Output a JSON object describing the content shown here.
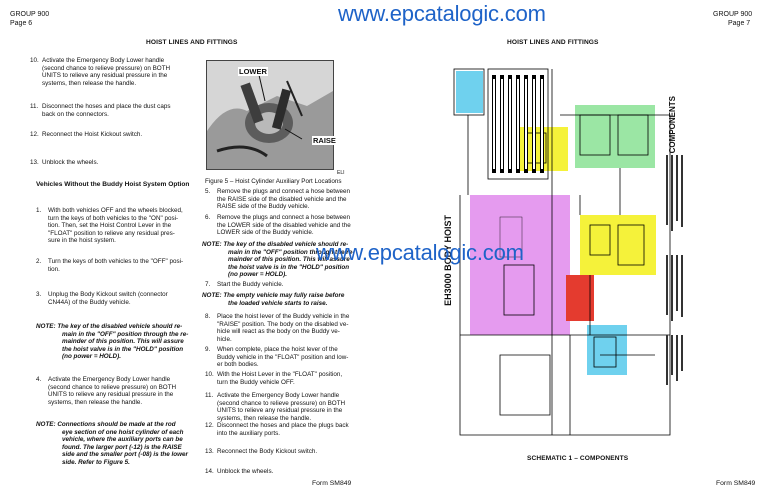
{
  "left": {
    "group": "GROUP 900",
    "page": "Page 6",
    "section_title": "HOIST LINES AND FITTINGS",
    "steps_a": [
      {
        "num": "10.",
        "lines": [
          "Activate the Emergency Body Lower handle",
          "(second chance to relieve pressure) on BOTH",
          "UNITS to relieve any residual pressure in the",
          "systems, then release the handle."
        ]
      },
      {
        "num": "11.",
        "lines": [
          "Disconnect the hoses and place the dust caps",
          "back on the connectors."
        ]
      },
      {
        "num": "12.",
        "lines": [
          "Reconnect the Hoist Kickout switch."
        ]
      },
      {
        "num": "13.",
        "lines": [
          "Unblock the wheels."
        ]
      }
    ],
    "subheading": "Vehicles Without the Buddy Hoist System Option",
    "steps_b": [
      {
        "num": "1.",
        "lines": [
          "With both vehicles OFF and the wheels blocked,",
          "turn the keys of both vehicles to the \"ON\" posi-",
          "tion. Then, set the Hoist Control Lever in the",
          "\"FLOAT\" position to relieve any residual pres-",
          "sure in the hoist system."
        ]
      },
      {
        "num": "2.",
        "lines": [
          "Turn the keys of both vehicles to the \"OFF\" posi-",
          "tion."
        ]
      },
      {
        "num": "3.",
        "lines": [
          "Unplug the Body Kickout switch (connector",
          "CN44A) of the Buddy vehicle."
        ]
      }
    ],
    "note1": {
      "label": "NOTE:",
      "lines": [
        "The key of the disabled vehicle should re-",
        "main in the \"OFF\" position through the re-",
        "mainder of this position. This will assure",
        "the hoist valve is in the \"HOLD\" position",
        "(no power = HOLD)."
      ]
    },
    "steps_c": [
      {
        "num": "4.",
        "lines": [
          "Activate the Emergency Body Lower handle",
          "(second chance to relieve pressure) on BOTH",
          "UNITS to relieve any residual pressure in the",
          "systems, then release the handle."
        ]
      }
    ],
    "note2": {
      "label": "NOTE:",
      "lines": [
        "Connections should be made at the rod",
        "eye section of one hoist cylinder of each",
        "vehicle, where the auxiliary ports can be",
        "found. The larger port (-12) is the RAISE",
        "side and the smaller port (-08) is the lower",
        "side. Refer to Figure 5."
      ]
    },
    "figure": {
      "label_lower": "LOWER",
      "label_raise": "RAISE",
      "code": "ELI",
      "caption": "Figure 5 – Hoist Cylinder Auxiliary Port Locations"
    },
    "steps_d": [
      {
        "num": "5.",
        "lines": [
          "Remove the plugs and connect a hose between",
          "the RAISE side of the disabled vehicle and the",
          "RAISE side of the Buddy vehicle."
        ]
      },
      {
        "num": "6.",
        "lines": [
          "Remove the plugs and connect a hose between",
          "the LOWER side of the disabled vehicle and the",
          "LOWER side of the Buddy vehicle."
        ]
      }
    ],
    "note3": {
      "label": "NOTE:",
      "lines": [
        "The key of the disabled vehicle should re-",
        "main in the \"OFF\" position through the re-",
        "mainder of this position. This will assure",
        "the hoist valve is in the \"HOLD\" position",
        "(no power = HOLD)."
      ]
    },
    "steps_e": [
      {
        "num": "7.",
        "lines": [
          "Start the Buddy vehicle."
        ]
      }
    ],
    "note4": {
      "label": "NOTE:",
      "lines": [
        "The empty vehicle may fully raise before",
        "the loaded vehicle starts to raise."
      ]
    },
    "steps_f": [
      {
        "num": "8.",
        "lines": [
          "Place the hoist lever of the Buddy vehicle in the",
          "\"RAISE\" position. The body on the disabled ve-",
          "hicle will react as the body on the Buddy ve-",
          "hicle."
        ]
      },
      {
        "num": "9.",
        "lines": [
          "When complete, place the hoist lever of the",
          "Buddy vehicle in the \"FLOAT\" position and low-",
          "er both bodies."
        ]
      },
      {
        "num": "10.",
        "lines": [
          "With the Hoist Lever in the \"FLOAT\" position,",
          "turn the Buddy vehicle OFF."
        ]
      },
      {
        "num": "11.",
        "lines": [
          "Activate the Emergency Body Lower handle",
          "(second chance to relieve pressure) on BOTH",
          "UNITS to relieve any residual pressure in the",
          "systems, then release the handle."
        ]
      },
      {
        "num": "12.",
        "lines": [
          "Disconnect the hoses and place the plugs back",
          "into the auxiliary ports."
        ]
      },
      {
        "num": "13.",
        "lines": [
          "Reconnect the Body Kickout switch."
        ]
      },
      {
        "num": "14.",
        "lines": [
          "Unblock the wheels."
        ]
      }
    ],
    "form": "Form SM849"
  },
  "right": {
    "group": "GROUP 900",
    "page": "Page 7",
    "section_title": "HOIST LINES AND FITTINGS",
    "schematic_side_label": "EH3000 BODY HOIST",
    "components_label": "COMPONENTS",
    "schematic_caption": "SCHEMATIC 1 – COMPONENTS",
    "form": "Form SM849"
  },
  "watermark": "www.epcatalogic.com",
  "colors": {
    "magenta": "#e59bef",
    "yellow": "#f5f23a",
    "green": "#9be6a4",
    "cyan": "#6fd1ee",
    "red": "#e43b2f"
  }
}
